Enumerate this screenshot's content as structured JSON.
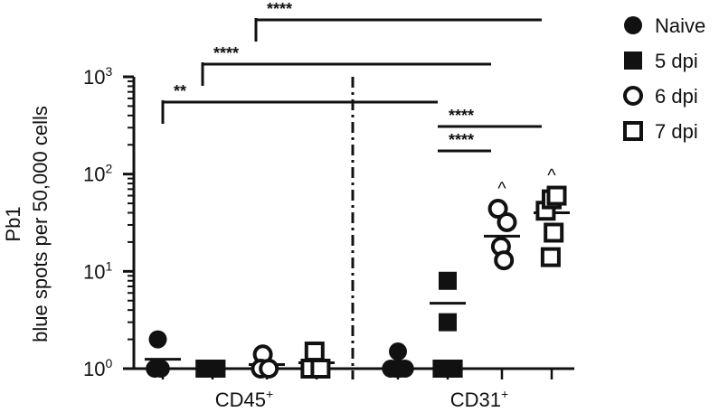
{
  "chart_data": {
    "type": "scatter",
    "ylabel_line1": "Pb1",
    "ylabel_line2": "blue spots per 50,000 cells",
    "yscale": "log",
    "ylim": [
      1,
      1000
    ],
    "yticks": [
      {
        "base": "10",
        "exp": "0",
        "value": 1
      },
      {
        "base": "10",
        "exp": "1",
        "value": 10
      },
      {
        "base": "10",
        "exp": "2",
        "value": 100
      },
      {
        "base": "10",
        "exp": "3",
        "value": 1000
      }
    ],
    "groups": [
      {
        "base": "CD45",
        "sup": "+"
      },
      {
        "base": "CD31",
        "sup": "+"
      }
    ],
    "series": [
      {
        "name": "Naive",
        "marker": "filled-circle"
      },
      {
        "name": "5 dpi",
        "marker": "filled-square"
      },
      {
        "name": "6 dpi",
        "marker": "open-circle"
      },
      {
        "name": "7 dpi",
        "marker": "open-square"
      }
    ],
    "points": [
      {
        "group": 0,
        "series": 0,
        "x_offset": -0.25,
        "y": 2.0
      },
      {
        "group": 0,
        "series": 0,
        "x_offset": -0.4,
        "y": 1.0
      },
      {
        "group": 0,
        "series": 0,
        "x_offset": -0.1,
        "y": 1.0
      },
      {
        "group": 0,
        "series": 1,
        "x_offset": -0.4,
        "y": 1.0
      },
      {
        "group": 0,
        "series": 1,
        "x_offset": -0.2,
        "y": 1.0
      },
      {
        "group": 0,
        "series": 1,
        "x_offset": 0.0,
        "y": 1.0
      },
      {
        "group": 0,
        "series": 1,
        "x_offset": 0.2,
        "y": 1.0
      },
      {
        "group": 0,
        "series": 2,
        "x_offset": -0.2,
        "y": 1.4
      },
      {
        "group": 0,
        "series": 2,
        "x_offset": -0.3,
        "y": 1.0
      },
      {
        "group": 0,
        "series": 2,
        "x_offset": 0.1,
        "y": 1.0
      },
      {
        "group": 0,
        "series": 3,
        "x_offset": -0.1,
        "y": 1.5
      },
      {
        "group": 0,
        "series": 3,
        "x_offset": -0.3,
        "y": 1.0
      },
      {
        "group": 0,
        "series": 3,
        "x_offset": 0.2,
        "y": 1.0
      },
      {
        "group": 1,
        "series": 0,
        "x_offset": 0.0,
        "y": 1.5
      },
      {
        "group": 1,
        "series": 0,
        "x_offset": -0.35,
        "y": 1.0
      },
      {
        "group": 1,
        "series": 0,
        "x_offset": -0.12,
        "y": 1.0
      },
      {
        "group": 1,
        "series": 0,
        "x_offset": 0.12,
        "y": 1.0
      },
      {
        "group": 1,
        "series": 0,
        "x_offset": 0.35,
        "y": 1.0
      },
      {
        "group": 1,
        "series": 1,
        "x_offset": 0.0,
        "y": 8.0
      },
      {
        "group": 1,
        "series": 1,
        "x_offset": 0.0,
        "y": 3.0
      },
      {
        "group": 1,
        "series": 1,
        "x_offset": -0.3,
        "y": 1.0
      },
      {
        "group": 1,
        "series": 1,
        "x_offset": 0.3,
        "y": 1.0
      },
      {
        "group": 1,
        "series": 2,
        "x_offset": -0.2,
        "y": 44
      },
      {
        "group": 1,
        "series": 2,
        "x_offset": 0.25,
        "y": 32
      },
      {
        "group": 1,
        "series": 2,
        "x_offset": -0.05,
        "y": 18
      },
      {
        "group": 1,
        "series": 2,
        "x_offset": 0.1,
        "y": 13
      },
      {
        "group": 1,
        "series": 3,
        "x_offset": -0.3,
        "y": 42
      },
      {
        "group": 1,
        "series": 3,
        "x_offset": 0.0,
        "y": 55
      },
      {
        "group": 1,
        "series": 3,
        "x_offset": 0.25,
        "y": 60
      },
      {
        "group": 1,
        "series": 3,
        "x_offset": 0.1,
        "y": 25
      },
      {
        "group": 1,
        "series": 3,
        "x_offset": -0.05,
        "y": 14
      }
    ],
    "means": [
      {
        "group": 0,
        "series": 0,
        "y": 1.25
      },
      {
        "group": 0,
        "series": 1,
        "y": 1.0
      },
      {
        "group": 0,
        "series": 2,
        "y": 1.1
      },
      {
        "group": 0,
        "series": 3,
        "y": 1.15
      },
      {
        "group": 1,
        "series": 0,
        "y": 1.0
      },
      {
        "group": 1,
        "series": 1,
        "y": 4.7
      },
      {
        "group": 1,
        "series": 2,
        "y": 23
      },
      {
        "group": 1,
        "series": 3,
        "y": 40
      }
    ],
    "significance": [
      {
        "label": "****",
        "from_group": 0,
        "from_series": 1.8,
        "to_group": 1,
        "to_series": 2.8
      },
      {
        "label": "****",
        "from_group": 0,
        "from_series": 0.8,
        "to_group": 1,
        "to_series": 1.8
      },
      {
        "label": "**",
        "from_group": 0,
        "from_series": -0.2,
        "to_group": 1,
        "to_series": 0.8
      },
      {
        "label": "****",
        "from_group": 1,
        "from_series": 0.8,
        "to_group": 1,
        "to_series": 2.8
      },
      {
        "label": "****",
        "from_group": 1,
        "from_series": 0.8,
        "to_group": 1,
        "to_series": 1.8
      }
    ],
    "annotations": [
      {
        "text": "^",
        "group": 1,
        "series": 2
      },
      {
        "text": "^",
        "group": 1,
        "series": 3
      }
    ],
    "separator": "dash-dot",
    "legend_position": "top-right"
  }
}
